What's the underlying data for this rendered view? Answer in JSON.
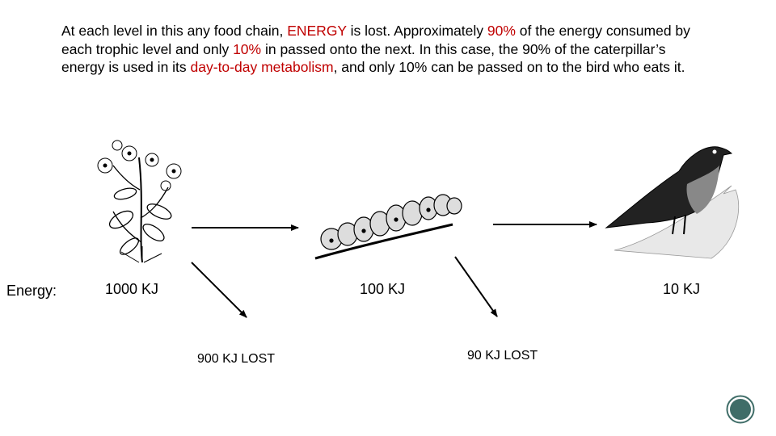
{
  "text": {
    "s1": "At each level in this any food chain, ",
    "s2": "ENERGY",
    "s3": " is lost.  Approximately ",
    "s4": "90%",
    "s5": " of the energy consumed by each trophic level and only ",
    "s6": "10%",
    "s7": " in passed onto the next. In this case, the 90% of the caterpillar’s energy is used in its ",
    "s8": "day-to-day metabolism",
    "s9": ", and only 10% can be passed on to the bird who eats it."
  },
  "labels": {
    "energy": "Energy:",
    "plant": "1000 KJ",
    "caterpillar": "100 KJ",
    "bird": "10 KJ",
    "lost1": "900 KJ LOST",
    "lost2": "90 KJ LOST"
  },
  "colors": {
    "highlight": "#c00000",
    "button": "#3f6d68"
  },
  "icons": {
    "plant": "plant-illustration",
    "caterpillar": "caterpillar-illustration",
    "bird": "bird-illustration",
    "nav": "circle-button-icon"
  }
}
